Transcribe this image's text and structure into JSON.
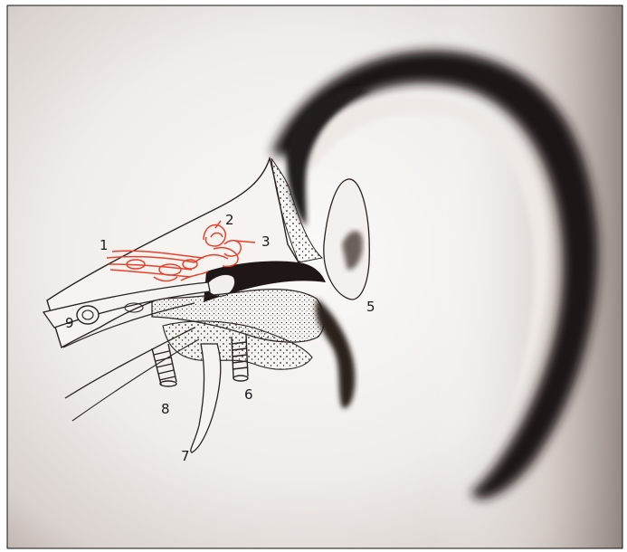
{
  "figure": {
    "labels": [
      {
        "id": "1",
        "text": "1"
      },
      {
        "id": "2",
        "text": "2"
      },
      {
        "id": "3",
        "text": "3"
      },
      {
        "id": "5",
        "text": "5"
      },
      {
        "id": "6",
        "text": "6"
      },
      {
        "id": "7",
        "text": "7"
      },
      {
        "id": "8",
        "text": "8"
      },
      {
        "id": "9",
        "text": "9"
      }
    ]
  },
  "colors": {
    "inner_ear": "#e8412c",
    "outline": "#2b2320",
    "skin_light": "#f2efec",
    "skin_shadow": "#1e1715",
    "paper": "#ffffff"
  }
}
